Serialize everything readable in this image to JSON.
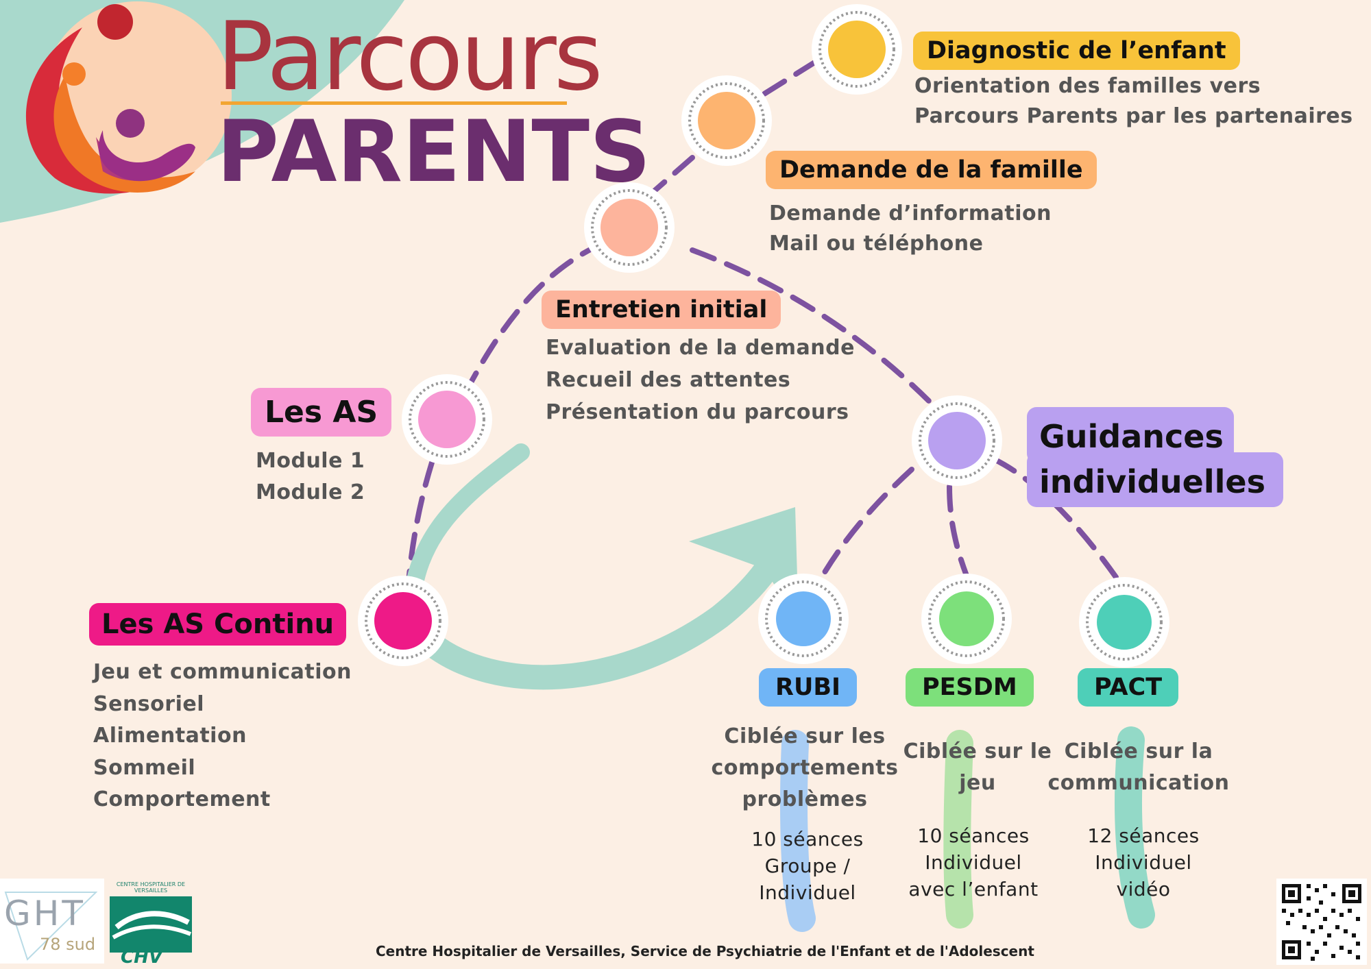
{
  "logo": {
    "line1": "Parcours",
    "line2": "PARENTS"
  },
  "steps": {
    "diagnostic": {
      "title": "Diagnostic de l’enfant",
      "lines": [
        "Orientation des familles vers",
        "Parcours Parents par les partenaires"
      ],
      "color": "#f8c33a"
    },
    "demande": {
      "title": "Demande de la famille",
      "lines": [
        "Demande d’information",
        "Mail ou téléphone"
      ],
      "color": "#fdb470"
    },
    "entretien": {
      "title": "Entretien initial",
      "lines": [
        "Evaluation de la demande",
        "Recueil des attentes",
        "Présentation du parcours"
      ],
      "color": "#fdb49c"
    },
    "les_as": {
      "title": "Les AS",
      "lines": [
        "Module 1",
        "Module 2"
      ],
      "color": "#f799d3"
    },
    "les_as_continu": {
      "title": "Les AS Continu",
      "lines": [
        "Jeu et communication",
        "Sensoriel",
        "Alimentation",
        "Sommeil",
        "Comportement"
      ],
      "color": "#ee1a87"
    },
    "guidances": {
      "title_line1": "Guidances",
      "title_line2": "individuelles",
      "color": "#b9a0f0"
    }
  },
  "programs": [
    {
      "name": "RUBI",
      "desc": [
        "Ciblée sur les",
        "comportements",
        "problèmes"
      ],
      "details": [
        "10 séances",
        "Groupe /",
        "Individuel"
      ],
      "color": "#70b5f6"
    },
    {
      "name": "PESDM",
      "desc": [
        "Ciblée sur le",
        "jeu"
      ],
      "details": [
        "10 séances",
        "Individuel",
        "avec l’enfant"
      ],
      "color": "#7de07b"
    },
    {
      "name": "PACT",
      "desc": [
        "Ciblée sur la",
        "communication"
      ],
      "details": [
        "12 séances",
        "Individuel",
        "vidéo"
      ],
      "color": "#4ecfb8"
    }
  ],
  "footer": {
    "text": "Centre Hospitalier de Versailles, Service de Psychiatrie de l'Enfant et de l'Adolescent"
  },
  "partners": {
    "ght_line1": "GHT",
    "ght_line2": "78 sud",
    "chv_header": "CENTRE HOSPITALIER DE VERSAILLES",
    "chv_name": "CHV"
  },
  "colors": {
    "background": "#fcefe4",
    "path": "#7d52a0",
    "arrow": "#a8d8cb",
    "logo_red": "#a8343f",
    "logo_purple": "#6b2e6e"
  }
}
